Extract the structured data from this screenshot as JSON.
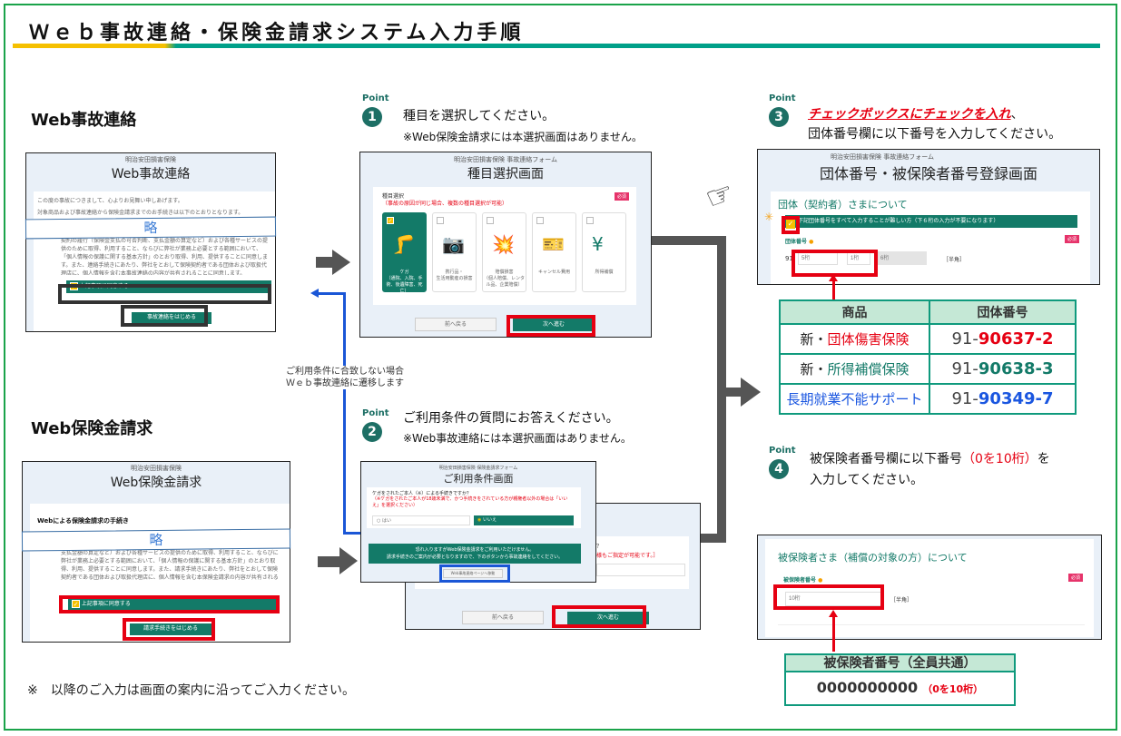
{
  "title": "Ｗｅｂ事故連絡・保険金請求システム入力手順",
  "accident": {
    "section_title": "Web事故連絡",
    "company": "明治安田損害保険",
    "screen_title": "Web事故連絡",
    "intro1": "この度の事故につきまして、心よりお見舞い申しあげます。",
    "intro2": "対象商品および事故連絡から保険金請求までのお手続きは以下のとおりとなります。",
    "omitted": "略",
    "body": "契約の履行（保険金支払の可否判断、支払金額の算定など）および各種サービスの提供のために取得、利用すること、ならびに弊社が業務上必要とする範囲において、「個人情報の保護に関する基本方針」のとおり取得、利用、提供することに同意します。また、連絡手続きにあたり、弊社をとおして保険契約者である団体および取扱代理店に、個人情報を含む本事故連絡の内容が共有されることに同意します。",
    "agree_label": "上記事項に同意する",
    "start_button": "事故連絡をはじめる"
  },
  "claim": {
    "section_title": "Web保険金請求",
    "company": "明治安田損害保険",
    "screen_title": "Web保険金請求",
    "heading": "Webによる保険金請求の手続き",
    "omitted": "略",
    "body": "支払金額の算定など）および各種サービスの提供のために取得、利用すること、ならびに弊社が業務上必要とする範囲において、「個人情報の保護に関する基本方針」のとおり取得、利用、提供することに同意します。また、請求手続きにあたり、弊社をとおして保険契約者である団体および取扱代理店に、個人情報を含む本保険金請求の内容が共有されることに同意します。",
    "agree_label": "上記事項に同意する",
    "start_button": "請求手続きをはじめる"
  },
  "redirect_note": {
    "line1": "ご利用条件に合致しない場合",
    "line2": "Ｗｅｂ事故連絡に遷移します"
  },
  "point1": {
    "label": "Point",
    "num": "1",
    "text": "種目を選択してください。",
    "sub": "※Web保険金請求には本選択画面はありません。",
    "form_name": "明治安田損害保険 事故連絡フォーム",
    "screen_title": "種目選択画面",
    "field_label": "種目選択",
    "field_note": "（事故の原因が同じ場合、複数の種目選択が可能）",
    "required": "必須",
    "categories": [
      {
        "icon": "cast-icon",
        "glyph": "🦵",
        "label": "ケガ",
        "sub": "（通院、入院、手術、後遺障害、死亡）",
        "selected": true
      },
      {
        "icon": "camera-icon",
        "glyph": "📷",
        "label": "携行品・",
        "sub": "生活用動産の損害",
        "selected": false
      },
      {
        "icon": "damage-icon",
        "glyph": "💥",
        "label": "賠償損害",
        "sub": "（個人賠償、レンタル品、企業賠償）",
        "selected": false
      },
      {
        "icon": "ticket-icon",
        "glyph": "🎫",
        "label": "キャンセル費用",
        "sub": "",
        "selected": false
      },
      {
        "icon": "yen-icon",
        "glyph": "¥",
        "label": "所得補償",
        "sub": "",
        "selected": false
      }
    ],
    "back_button": "前へ戻る",
    "next_button": "次へ進む"
  },
  "point2": {
    "label": "Point",
    "num": "2",
    "text": "ご利用条件の質問にお答えください。",
    "sub": "※Web事故連絡には本選択画面はありません。",
    "form_name": "明治安田損害保険 保険金請求フォーム",
    "screen_title": "ご利用条件画面",
    "question": "ケガをされたご本人（※）による手続きですか？",
    "question_note": "（※ケガをされたご本人が18歳未満で、かつ手続きをされている方が親権者以外の場合は「いいえ」を選択ください）",
    "opt_yes": "はい",
    "opt_no": "いいえ",
    "notice1": "恐れ入りますがWeb保険金請求をご利用いただけません。",
    "notice2": "請求手続きのご案内が必要となりますので、下のボタンから事故連絡をしてください。",
    "link_button": "Web事故連絡ページへ移動",
    "back_text_q": "？",
    "back_red": "様もご指定が可能です。］",
    "back_button": "前へ戻る",
    "next_button": "次へ進む"
  },
  "point3": {
    "label": "Point",
    "num": "3",
    "text_emph": "チェックボックスにチェックを入れ",
    "text_tail": "、",
    "text2": "団体番号欄に以下番号を入力してください。",
    "form_name": "明治安田損害保険 事故連絡フォーム",
    "screen_title": "団体番号・被保険者番号登録画面",
    "subhead": "団体（契約者）さまについて",
    "checkbox_label": "下記団体番号をすべて入力することが難しい方（下６桁の入力が不要になります）",
    "field_label": "団体番号",
    "required": "必須",
    "prefix": "91",
    "input1_placeholder": "5桁",
    "input2_placeholder": "1桁",
    "input3_placeholder": "6桁",
    "hankaku": "［半角］"
  },
  "group_table": {
    "headers": [
      "商品",
      "団体番号"
    ],
    "rows": [
      {
        "prefix": "新・",
        "product": "団体傷害保険",
        "num_prefix": "91-",
        "number": "90637-2",
        "color": "red"
      },
      {
        "prefix": "新・",
        "product": "所得補償保険",
        "num_prefix": "91-",
        "number": "90638-3",
        "color": "green"
      },
      {
        "prefix": "",
        "product": "長期就業不能サポート",
        "num_prefix": "91-",
        "number": "90349-7",
        "color": "blue"
      }
    ]
  },
  "point4": {
    "label": "Point",
    "num": "4",
    "text1": "被保険者番号欄に以下番号",
    "text_red": "（0を10桁）",
    "text2": "を",
    "text3": "入力してください。",
    "subhead": "被保険者さま（補償の対象の方）について",
    "field_label": "被保険者番号",
    "required": "必須",
    "input_placeholder": "10桁",
    "hankaku": "［半角］"
  },
  "insured_table": {
    "header": "被保険者番号（全員共通）",
    "value": "0000000000",
    "note": "（0を10桁）"
  },
  "footer_note": "※　以降のご入力は画面の案内に沿ってご入力ください。",
  "colors": {
    "frame": "#1aa34a",
    "teal": "#137a68",
    "highlight": "#e60012",
    "link": "#1a56e0",
    "accent": "#f5c000"
  }
}
